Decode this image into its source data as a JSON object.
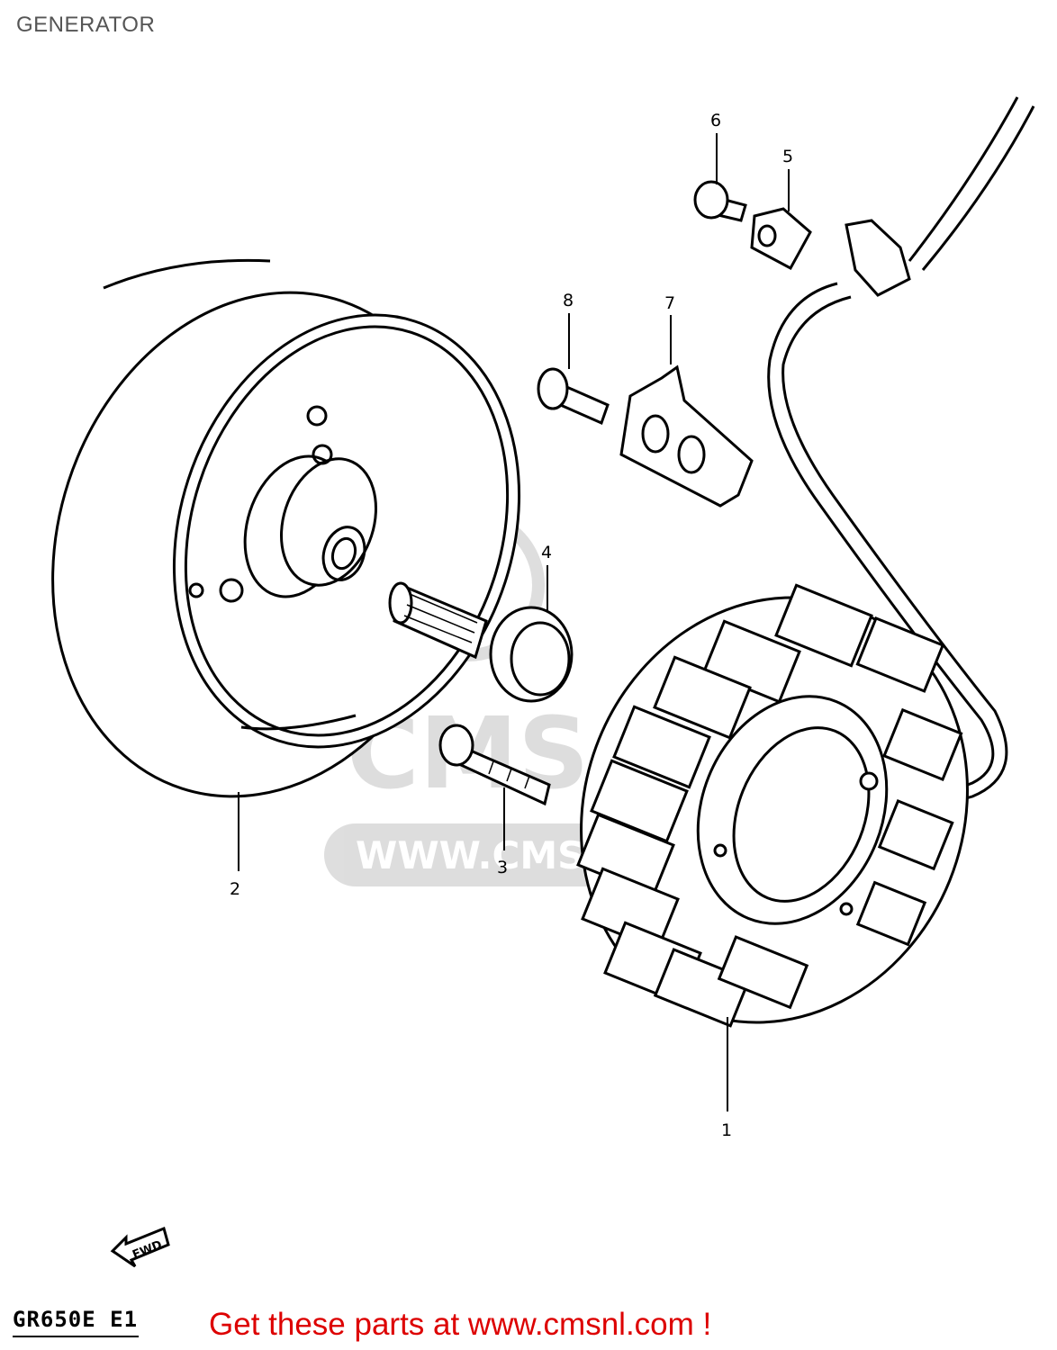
{
  "header": {
    "title": "GENERATOR"
  },
  "parts": [
    {
      "id": "1",
      "label": "1"
    },
    {
      "id": "2",
      "label": "2"
    },
    {
      "id": "3",
      "label": "3"
    },
    {
      "id": "4",
      "label": "4"
    },
    {
      "id": "5",
      "label": "5"
    },
    {
      "id": "6",
      "label": "6"
    },
    {
      "id": "7",
      "label": "7"
    },
    {
      "id": "8",
      "label": "8"
    }
  ],
  "fwd_arrow": {
    "label": "FWD",
    "icon": "fwd-arrow-icon"
  },
  "model": {
    "code": "GR650E E1"
  },
  "watermark": {
    "text": "WWW.CMSNL.COM",
    "brand": "CMS"
  },
  "footer": {
    "text": "Get these parts at www.cmsnl.com !",
    "color": "#dd0000"
  }
}
